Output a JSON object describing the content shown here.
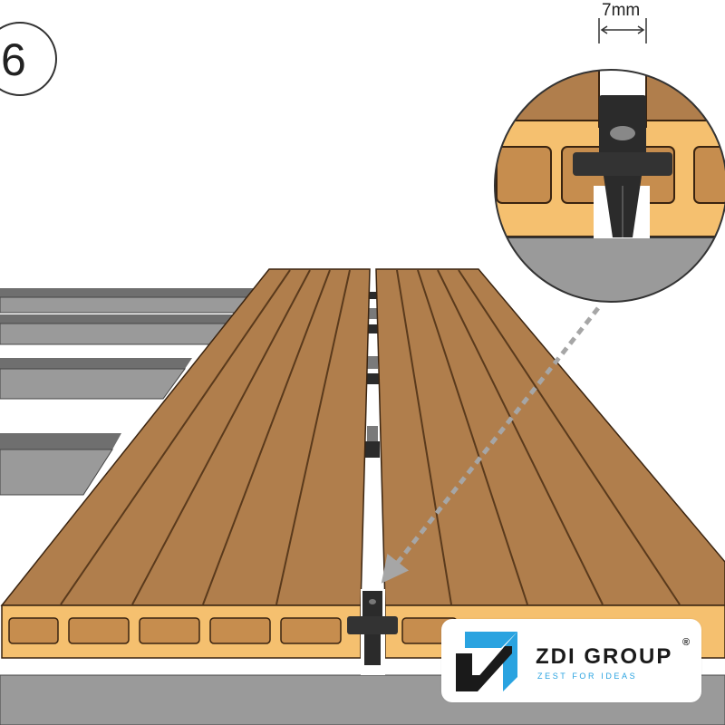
{
  "step": {
    "number": "6"
  },
  "detail": {
    "gap_label": "7mm"
  },
  "brand": {
    "name": "ZDI GROUP",
    "registered": "®",
    "tagline": "ZEST FOR IDEAS",
    "accent_color": "#2aa3e0",
    "dark_color": "#1a1a1a"
  },
  "colors": {
    "board_top": "#b07e4c",
    "board_groove": "#5a3a1c",
    "board_core": "#f5c06f",
    "joist": "#8c8c8c",
    "clip": "#2b2b2b"
  },
  "icons": {
    "logo": "zdi-logo-icon",
    "arrow": "dashed-arrow-icon"
  }
}
